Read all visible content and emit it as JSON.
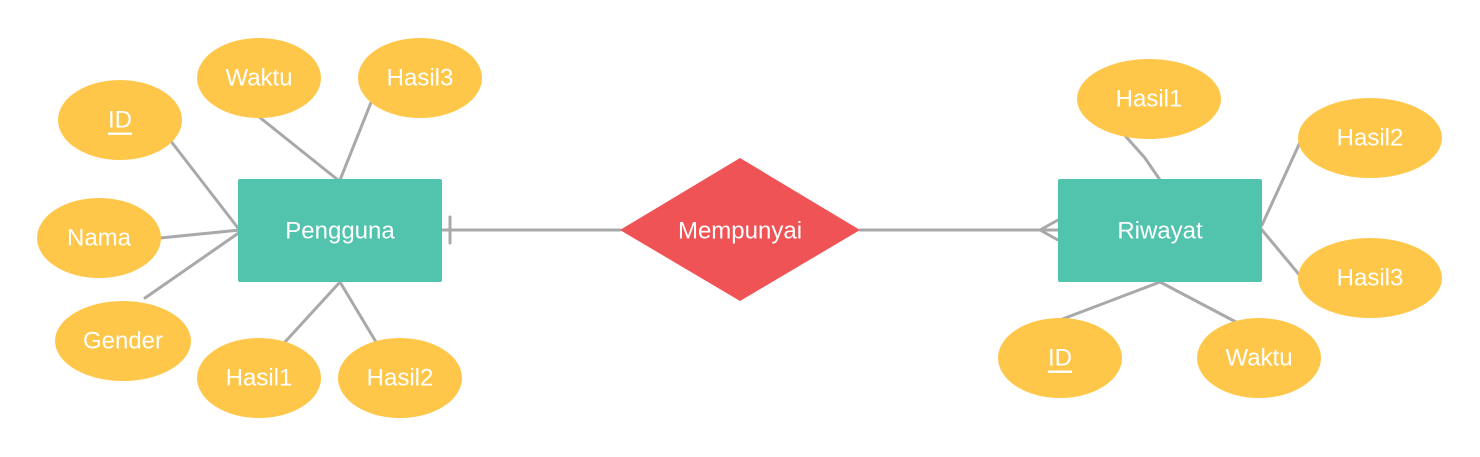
{
  "colors": {
    "entity": "#52c3ad",
    "relationship": "#ef5355",
    "attribute": "#ffc74a",
    "connector": "#a9a9a9",
    "text": "#ffffff"
  },
  "entities": {
    "pengguna": {
      "label": "Pengguna"
    },
    "riwayat": {
      "label": "Riwayat"
    }
  },
  "relationship": {
    "label": "Mempunyai"
  },
  "pengguna_attributes": [
    {
      "label": "ID",
      "key": true
    },
    {
      "label": "Nama",
      "key": false
    },
    {
      "label": "Gender",
      "key": false
    },
    {
      "label": "Waktu",
      "key": false
    },
    {
      "label": "Hasil3",
      "key": false
    },
    {
      "label": "Hasil1",
      "key": false
    },
    {
      "label": "Hasil2",
      "key": false
    }
  ],
  "riwayat_attributes": [
    {
      "label": "Hasil1",
      "key": false
    },
    {
      "label": "Hasil2",
      "key": false
    },
    {
      "label": "Hasil3",
      "key": false
    },
    {
      "label": "ID",
      "key": true
    },
    {
      "label": "Waktu",
      "key": false
    }
  ],
  "cardinality": {
    "pengguna_side": "one",
    "riwayat_side": "many"
  }
}
